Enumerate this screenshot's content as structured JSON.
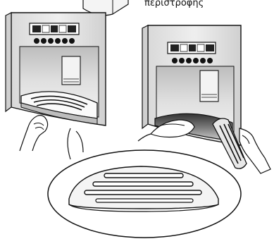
{
  "caption": {
    "text": "περιστροφής"
  },
  "illustrations": [
    {
      "name": "dispenser-left",
      "depicts": "drip-tray-removal"
    },
    {
      "name": "dispenser-right",
      "depicts": "drip-tray-cleaning"
    },
    {
      "name": "zoom-callout",
      "depicts": "drip-tray-grille-detail"
    }
  ],
  "colors": {
    "outline": "#111111",
    "panel_fill": "#e6e6e6",
    "recess_fill": "#cfcfcf",
    "tray_dark": "#555555"
  }
}
